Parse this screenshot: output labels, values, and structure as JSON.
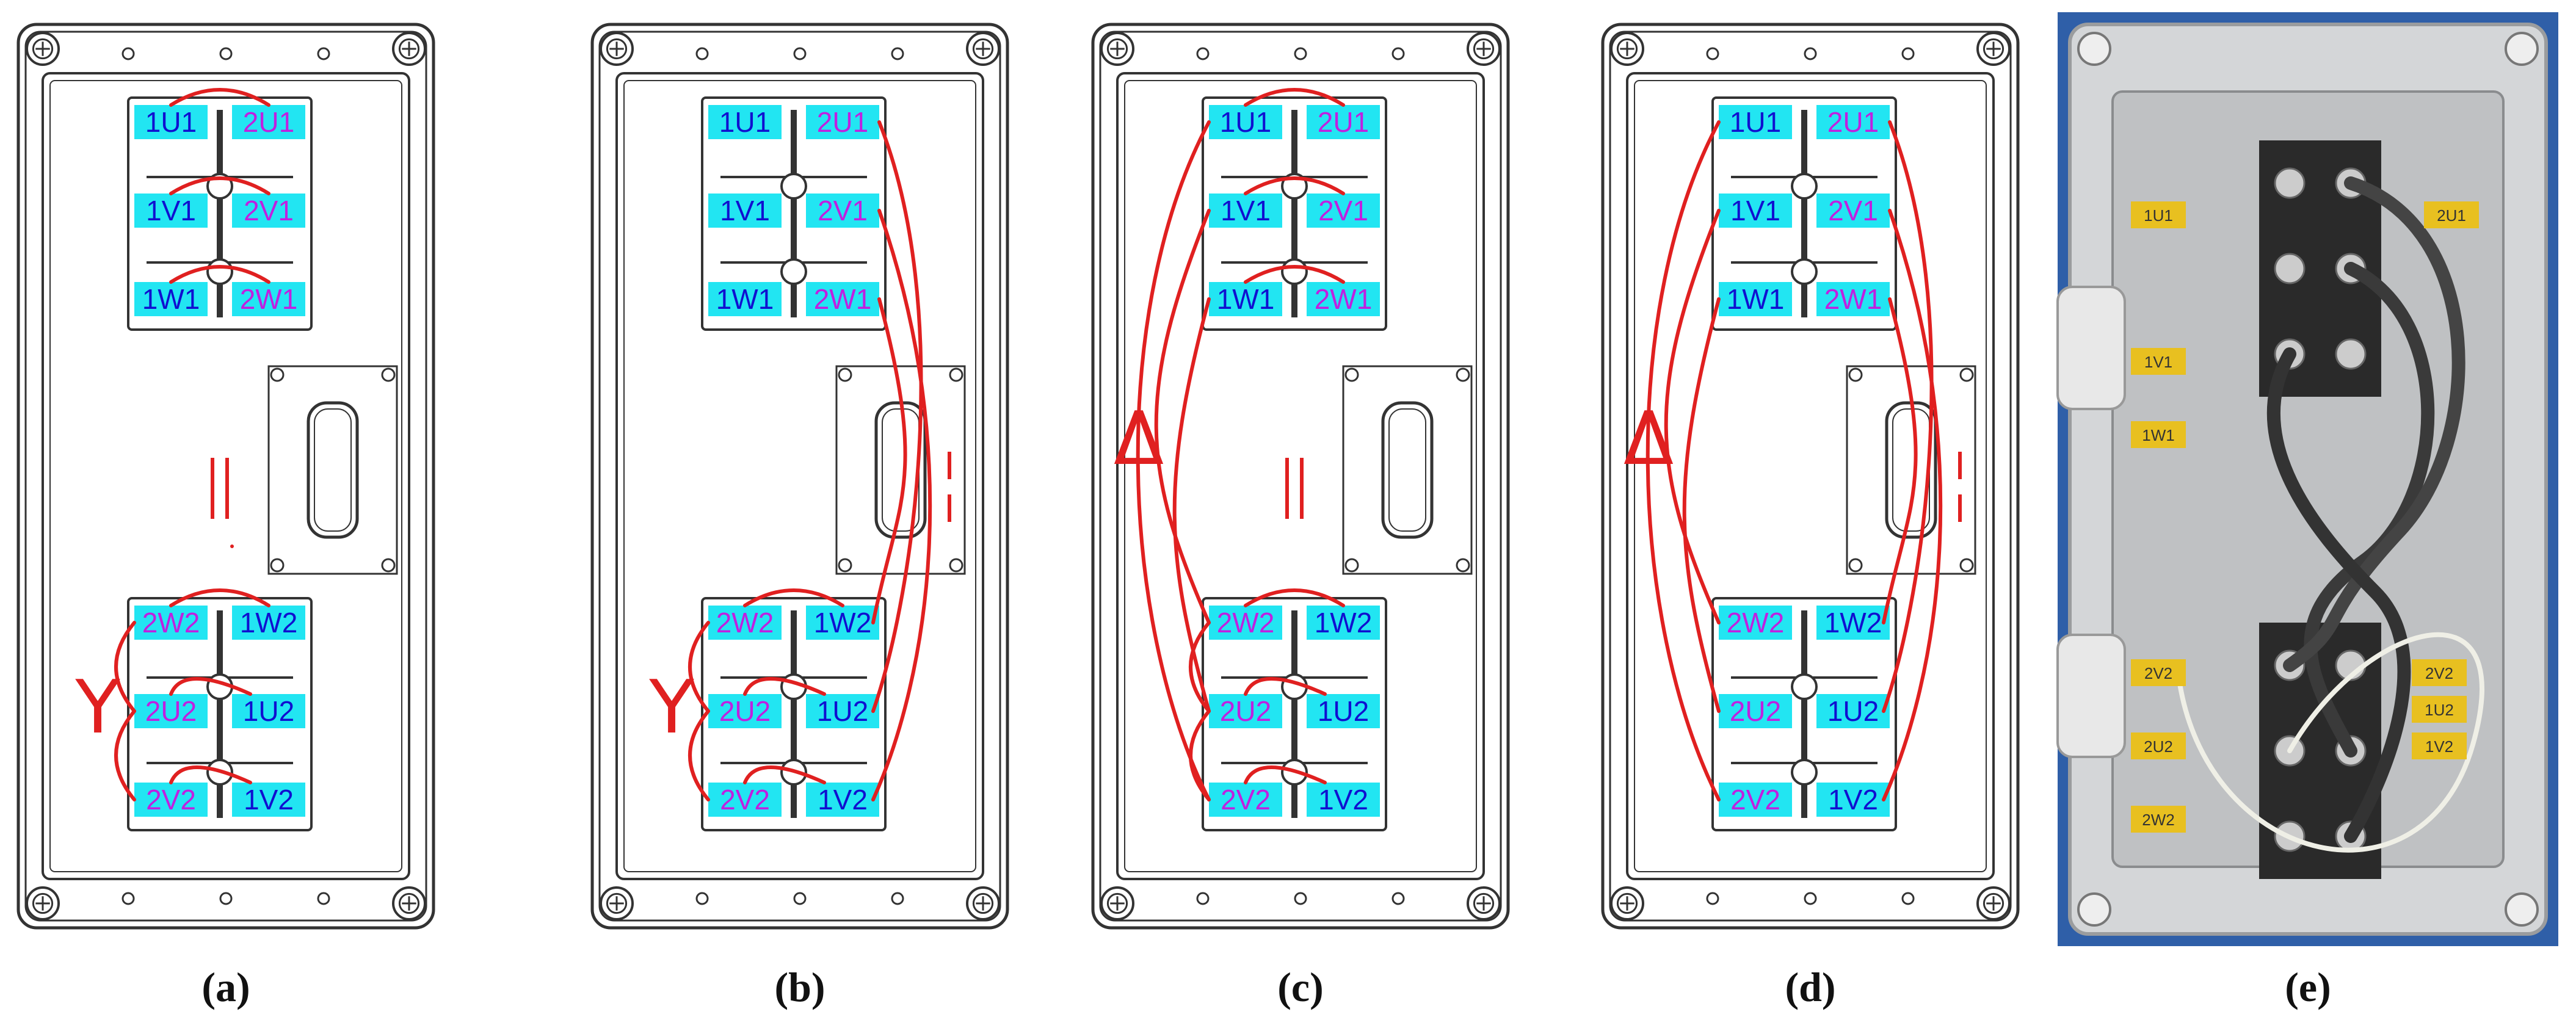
{
  "panels": [
    {
      "caption": "(a)",
      "top": "star",
      "bottom": "star",
      "mid": "parallel",
      "bridge": false,
      "side": "Y",
      "sideY": 1200
    },
    {
      "caption": "(b)",
      "top": "none",
      "bottom": "star",
      "mid": "series",
      "bridge": true,
      "side": "Y",
      "sideY": 1200
    },
    {
      "caption": "(c)",
      "top": "star",
      "bottom": "star",
      "mid": "parallel",
      "bridge": false,
      "side": "Δ",
      "sideY": 760
    },
    {
      "caption": "(d)",
      "top": "none",
      "bottom": "none",
      "mid": "series",
      "bridge": true,
      "side": "Δ",
      "sideY": 760
    }
  ],
  "terminals_top": [
    "1U1",
    "2U1",
    "1V1",
    "2V1",
    "1W1",
    "2W1"
  ],
  "terminals_bottom": [
    "2W2",
    "1W2",
    "2U2",
    "1U2",
    "2V2",
    "1V2"
  ],
  "photo": {
    "caption": "(e)",
    "labels": [
      "1U1",
      "2U1",
      "1V1",
      "1W1",
      "2V2",
      "1U2",
      "1V2",
      "2V2",
      "2U2",
      "2W2"
    ]
  },
  "colors": {
    "wire": "#e02020",
    "terminal_fill": "#22e5f2",
    "blue_text": "#1010d0",
    "magenta_text": "#c020e0",
    "outline": "#333333"
  }
}
